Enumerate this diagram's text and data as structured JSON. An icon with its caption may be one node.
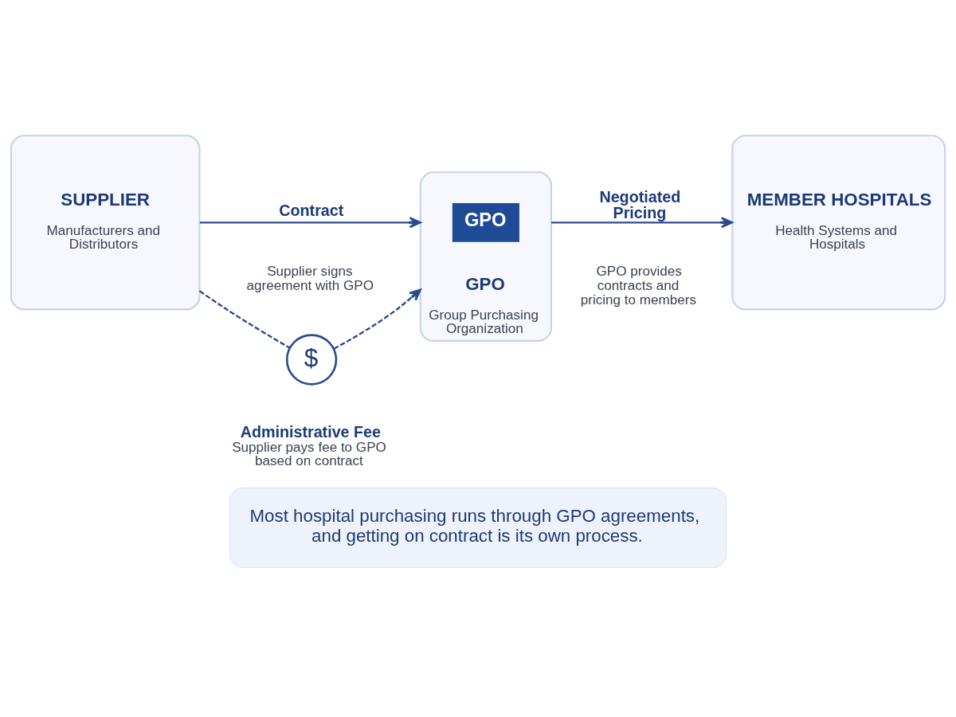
{
  "diagram": {
    "caption": "Most hospital purchasing runs through GPO agreements, and getting on contract is its own process.",
    "nodes": [
      {
        "text": [
          "SUPPLIER",
          "Manufacturers and Distributors"
        ]
      },
      {
        "text": [
          "GPO",
          "Group Purchasing Organization"
        ]
      },
      {
        "text": [
          "GPO"
        ],
        "in": 1
      },
      {
        "text": [
          "MEMBER HOSPITALS",
          "Health Systems and Hospitals"
        ]
      },
      {
        "text": [
          "$"
        ],
        "beside": [
          "Administrative Fee",
          "Supplier pays fee to GPO based on contract"
        ]
      }
    ],
    "edges": [
      {
        "from": 0,
        "to": 1,
        "arrow": "to",
        "label": "Contract"
      },
      {
        "from": 1,
        "to": 3,
        "arrow": "to",
        "label": "Negotiated Pricing"
      },
      {
        "from": 0,
        "to": 4,
        "arrow": "none",
        "style": "dashed"
      },
      {
        "from": 4,
        "to": 1,
        "arrow": "to",
        "style": "dashed"
      }
    ],
    "labels": [
      "Supplier signs agreement with GPO",
      "GPO provides contracts and pricing to members"
    ]
  }
}
